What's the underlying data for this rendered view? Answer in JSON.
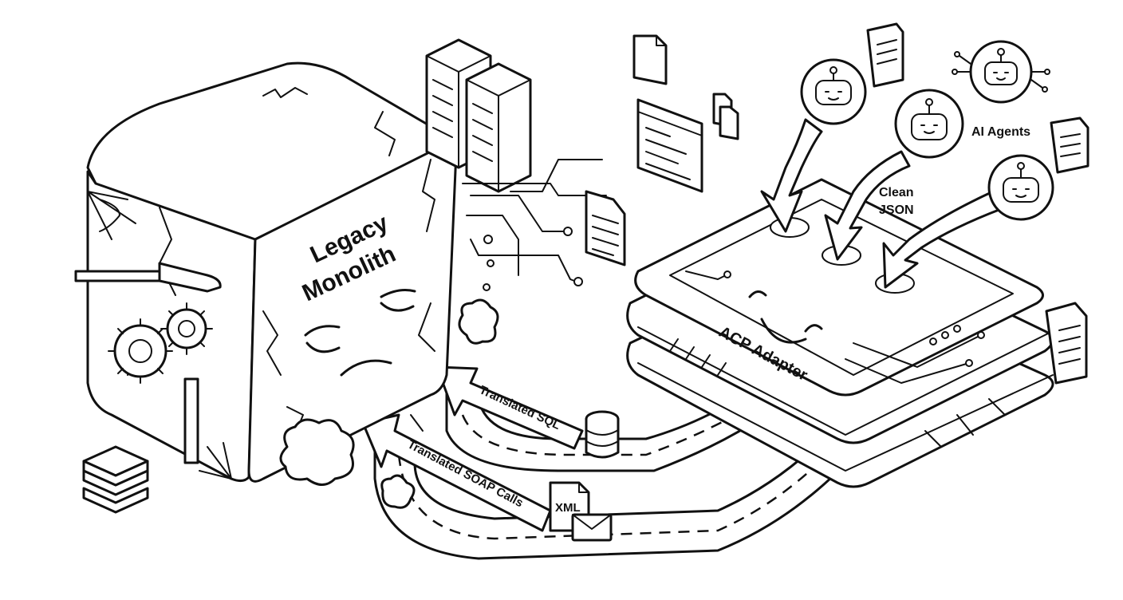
{
  "monolith": {
    "label_line1": "Legacy",
    "label_line2": "Monolith"
  },
  "adapter": {
    "label": "ACP Adapter"
  },
  "agents": {
    "label": "AI Agents",
    "flow_label_line1": "Clean",
    "flow_label_line2": "JSON"
  },
  "flows": {
    "sql_label": "Translated SQL",
    "soap_label": "Translated SOAP Calls",
    "xml_doc_label": "XML"
  },
  "icons": [
    "server-rack-icon",
    "document-icon",
    "browser-window-icon",
    "robot-icon",
    "database-icon",
    "xml-file-icon",
    "envelope-icon",
    "gear-icon",
    "stacked-layers-icon"
  ]
}
